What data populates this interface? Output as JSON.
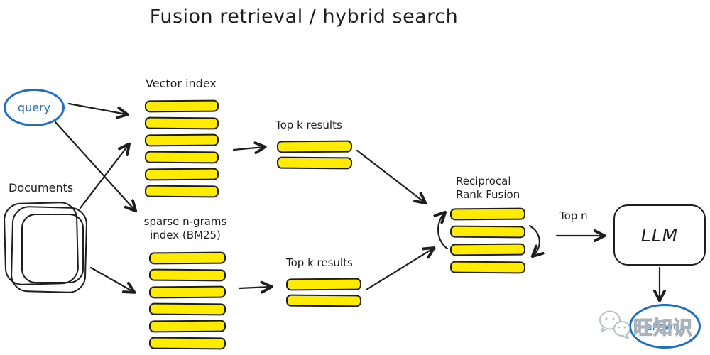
{
  "title": "Fusion retrieval / hybrid search",
  "colors": {
    "ink": "#1e1e1e",
    "blue": "#1b6fc9",
    "bar-fill": "#ffeb00",
    "watermark-gray": "#aab2bb"
  },
  "nodes": {
    "query": {
      "label": "query"
    },
    "documents": {
      "label": "Documents"
    },
    "vector_index": {
      "label": "Vector index"
    },
    "sparse_index": {
      "label_line1": "sparse n-grams",
      "label_line2": "index (BM25)"
    },
    "top_k_upper": {
      "label": "Top k results"
    },
    "top_k_lower": {
      "label": "Top k results"
    },
    "rrf": {
      "label_line1": "Reciprocal",
      "label_line2": "Rank Fusion"
    },
    "top_n": {
      "label": "Top n"
    },
    "llm": {
      "label": "LLM"
    },
    "answer": {
      "label": "answer"
    }
  },
  "stacks": {
    "vector_index": {
      "bars": 6
    },
    "sparse_index": {
      "bars": 6
    },
    "top_k_upper": {
      "bars": 2
    },
    "top_k_lower": {
      "bars": 2
    },
    "rrf": {
      "bars": 4
    }
  },
  "watermark": {
    "text": "旺知识"
  }
}
